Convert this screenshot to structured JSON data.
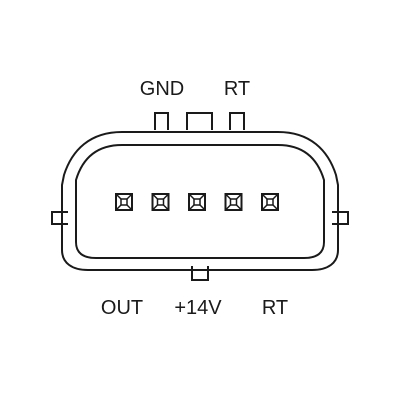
{
  "diagram": {
    "top_labels": [
      {
        "id": "gnd",
        "text": "GND"
      },
      {
        "id": "rt-top",
        "text": "RT"
      }
    ],
    "bottom_labels": [
      {
        "id": "out",
        "text": "OUT"
      },
      {
        "id": "plus14v",
        "text": "+14V"
      },
      {
        "id": "rt-bottom",
        "text": "RT"
      }
    ],
    "pin_count": 5,
    "colors": {
      "stroke": "#1a1a1a",
      "background": "#ffffff"
    }
  }
}
